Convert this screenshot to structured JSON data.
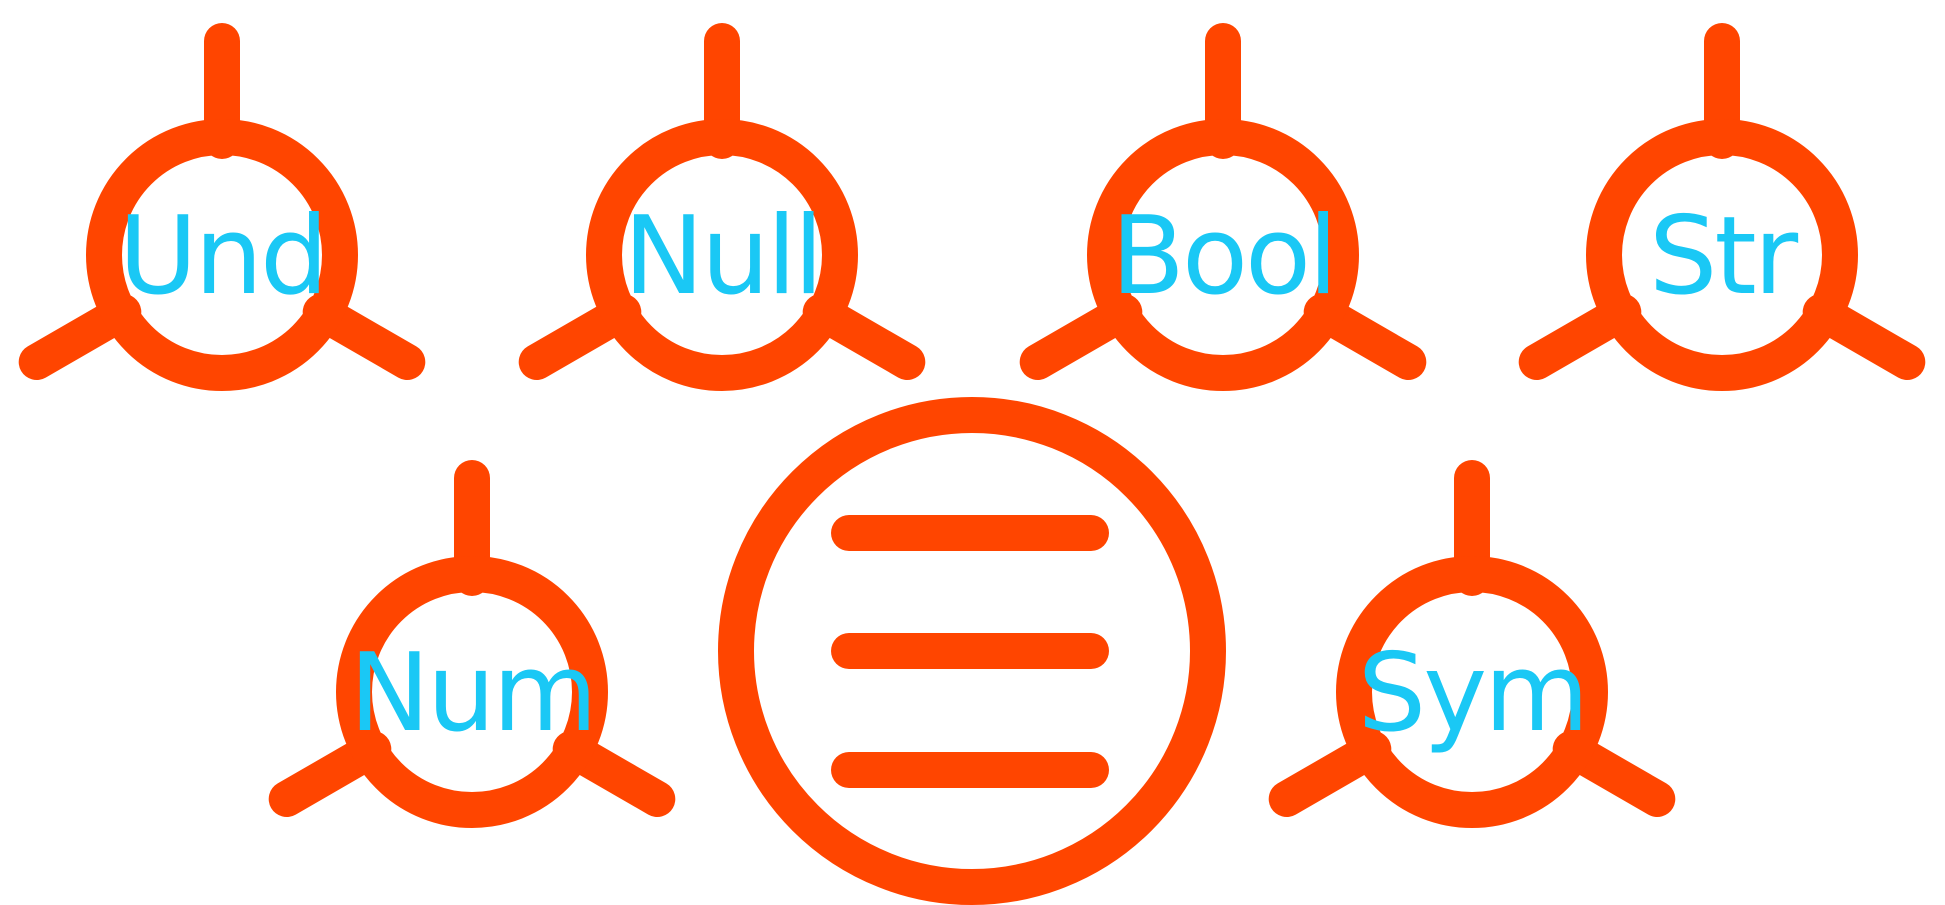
{
  "colors": {
    "stroke": "#FF4500",
    "label": "#1AC8F5",
    "background": "#FFFFFF"
  },
  "nodes": [
    {
      "id": "und",
      "label": "Und"
    },
    {
      "id": "null",
      "label": "Null"
    },
    {
      "id": "bool",
      "label": "Bool"
    },
    {
      "id": "str",
      "label": "Str"
    },
    {
      "id": "num",
      "label": "Num"
    },
    {
      "id": "sym",
      "label": "Sym"
    }
  ],
  "center": {
    "icon": "triple-bar-icon",
    "meaning": "strict equality"
  }
}
